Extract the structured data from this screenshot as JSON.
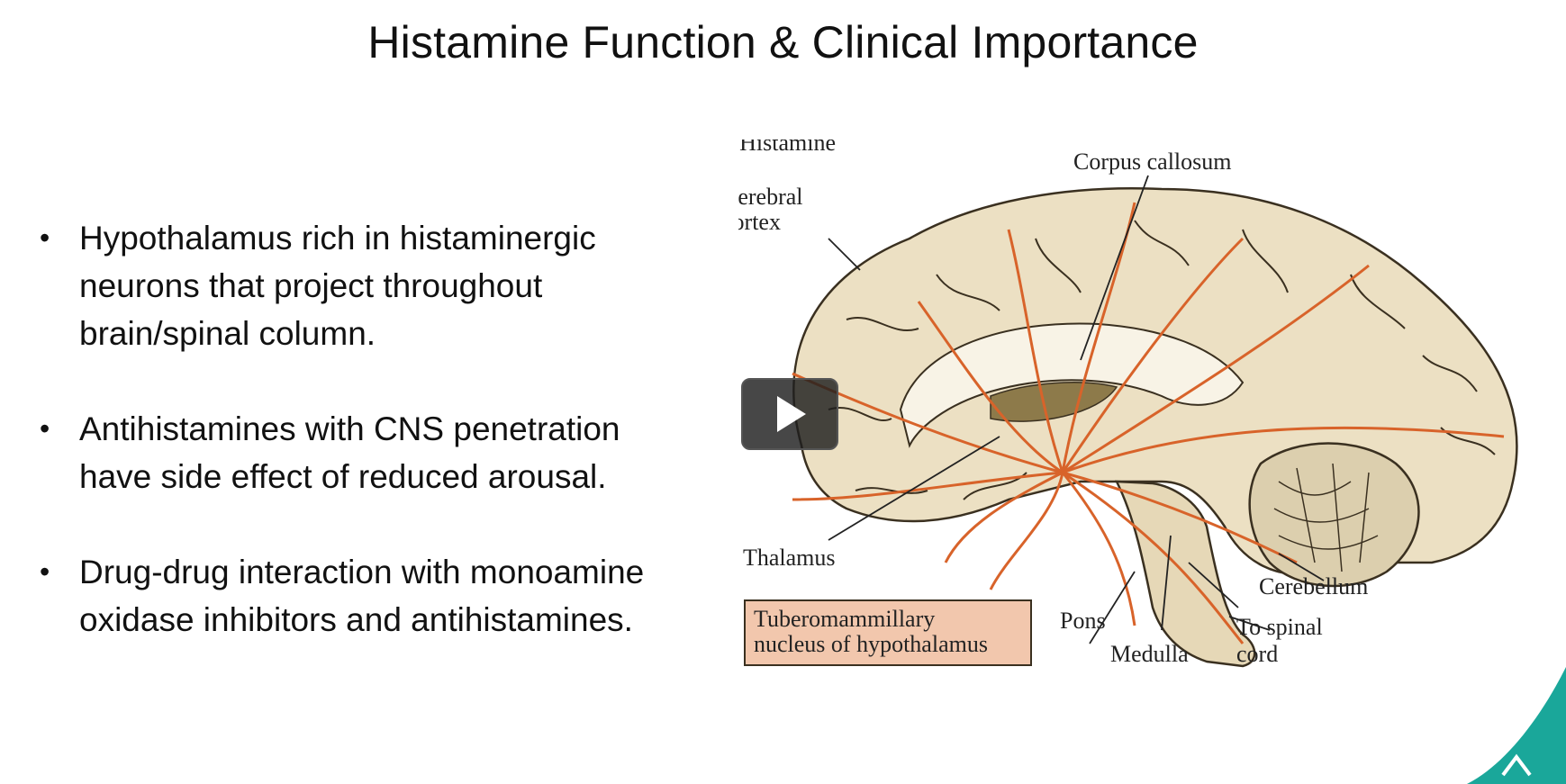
{
  "slide": {
    "title": "Histamine Function & Clinical Importance",
    "bullets": [
      "Hypothalamus rich in histaminergic neurons that project throughout brain/spinal column.",
      "Antihistamines with CNS penetration have side effect of reduced arousal.",
      "Drug-drug interaction with monoamine oxidase inhibitors and antihistamines."
    ]
  },
  "figure": {
    "panel_label": "(C)  Histamine",
    "labels": {
      "cerebral_cortex_1": "Cerebral",
      "cerebral_cortex_2": "cortex",
      "corpus_callosum": "Corpus callosum",
      "thalamus": "Thalamus",
      "cerebellum": "Cerebellum",
      "pons": "Pons",
      "medulla": "Medulla",
      "spinal_1": "To spinal",
      "spinal_2": "cord",
      "tmn_1": "Tuberomammillary",
      "tmn_2": "nucleus of hypothalamus"
    }
  },
  "player": {
    "icon": "play-icon"
  },
  "colors": {
    "brain_fill": "#ece0c3",
    "pathway": "#d8632a",
    "accent": "#1aa79a",
    "label_box": "#f2c7ad"
  }
}
